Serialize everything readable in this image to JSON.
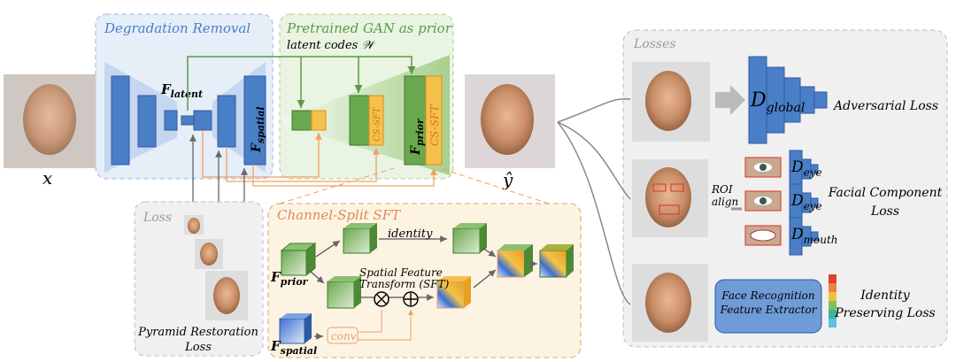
{
  "degradation": {
    "title": "Degradation Removal",
    "f_latent": "F",
    "f_latent_sub": "latent",
    "f_spatial": "F",
    "f_spatial_sub": "spatial"
  },
  "gan": {
    "title": "Pretrained GAN as prior",
    "latent": "latent codes 𝒲",
    "cs_sft": "CS-SFT",
    "f_prior": "F",
    "f_prior_sub": "prior"
  },
  "input_label": "x",
  "output_label": "ŷ",
  "loss": {
    "title": "Loss",
    "caption_line1": "Pyramid Restoration",
    "caption_line2": "Loss"
  },
  "cssft": {
    "title": "Channel-Split SFT",
    "identity": "identity",
    "sft_line1": "Spatial Feature",
    "sft_line2": "Transform (SFT)",
    "conv": "conv",
    "f_prior": "F",
    "f_prior_sub": "prior",
    "f_spatial": "F",
    "f_spatial_sub": "spatial"
  },
  "losses": {
    "title": "Losses",
    "d_global": "D",
    "d_global_sub": "global",
    "adversarial": "Adversarial Loss",
    "roi_line1": "ROI",
    "roi_line2": "align",
    "d_eye": "D",
    "d_eye_sub": "eye",
    "d_mouth": "D",
    "d_mouth_sub": "mouth",
    "facial_line1": "Facial Component",
    "facial_line2": "Loss",
    "face_rec_line1": "Face Recognition",
    "face_rec_line2": "Feature Extractor",
    "identity_line1": "Identity",
    "identity_line2": "Preserving Loss"
  },
  "colors": {
    "blue": "#4a7fc8",
    "green": "#5b9a45",
    "orange": "#f0b040",
    "arrow_orange": "#f0a060"
  }
}
